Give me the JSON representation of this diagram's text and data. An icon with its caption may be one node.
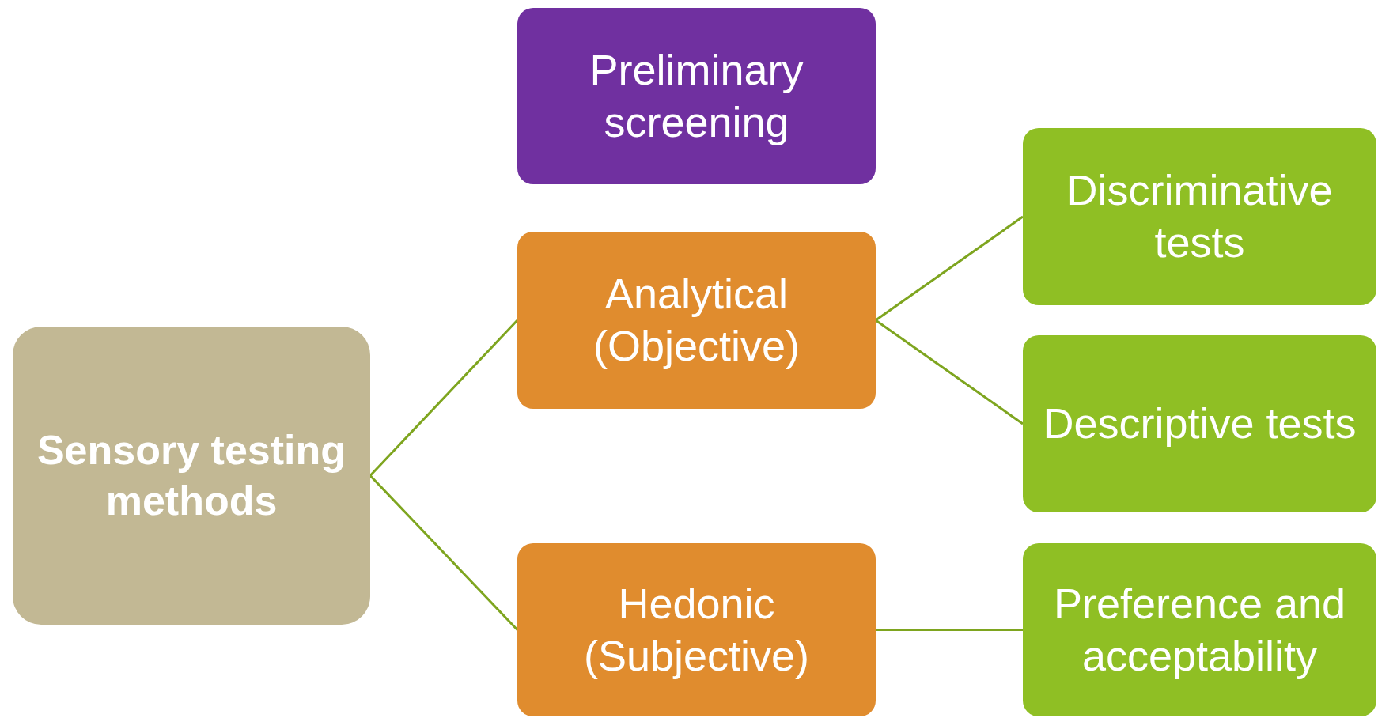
{
  "diagram": {
    "nodes": [
      {
        "text": [
          "Sensory testing methods"
        ]
      },
      {
        "text": [
          "Preliminary screening"
        ]
      },
      {
        "text": [
          "Analytical (Objective)"
        ]
      },
      {
        "text": [
          "Hedonic (Subjective)"
        ]
      },
      {
        "text": [
          "Discriminative tests"
        ]
      },
      {
        "text": [
          "Descriptive tests"
        ]
      },
      {
        "text": [
          "Preference and acceptability"
        ]
      }
    ],
    "edges": [
      {
        "from": 0,
        "to": 2,
        "arrow": "none"
      },
      {
        "from": 0,
        "to": 3,
        "arrow": "none"
      },
      {
        "from": 2,
        "to": 4,
        "arrow": "none"
      },
      {
        "from": 2,
        "to": 5,
        "arrow": "none"
      },
      {
        "from": 3,
        "to": 6,
        "arrow": "none"
      }
    ]
  }
}
